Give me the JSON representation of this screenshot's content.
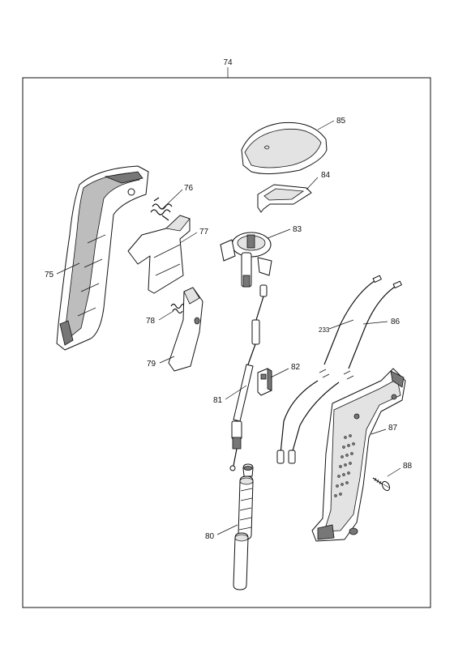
{
  "diagram": {
    "frame_label": "74",
    "parts": [
      {
        "id": "p75",
        "number": "75"
      },
      {
        "id": "p76",
        "number": "76"
      },
      {
        "id": "p77",
        "number": "77"
      },
      {
        "id": "p78",
        "number": "78"
      },
      {
        "id": "p79",
        "number": "79"
      },
      {
        "id": "p80",
        "number": "80"
      },
      {
        "id": "p81",
        "number": "81"
      },
      {
        "id": "p82",
        "number": "82"
      },
      {
        "id": "p83",
        "number": "83"
      },
      {
        "id": "p84",
        "number": "84"
      },
      {
        "id": "p85",
        "number": "85"
      },
      {
        "id": "p86",
        "number": "86"
      },
      {
        "id": "p87",
        "number": "87"
      },
      {
        "id": "p88",
        "number": "88"
      },
      {
        "id": "p233",
        "number": "233"
      }
    ]
  }
}
